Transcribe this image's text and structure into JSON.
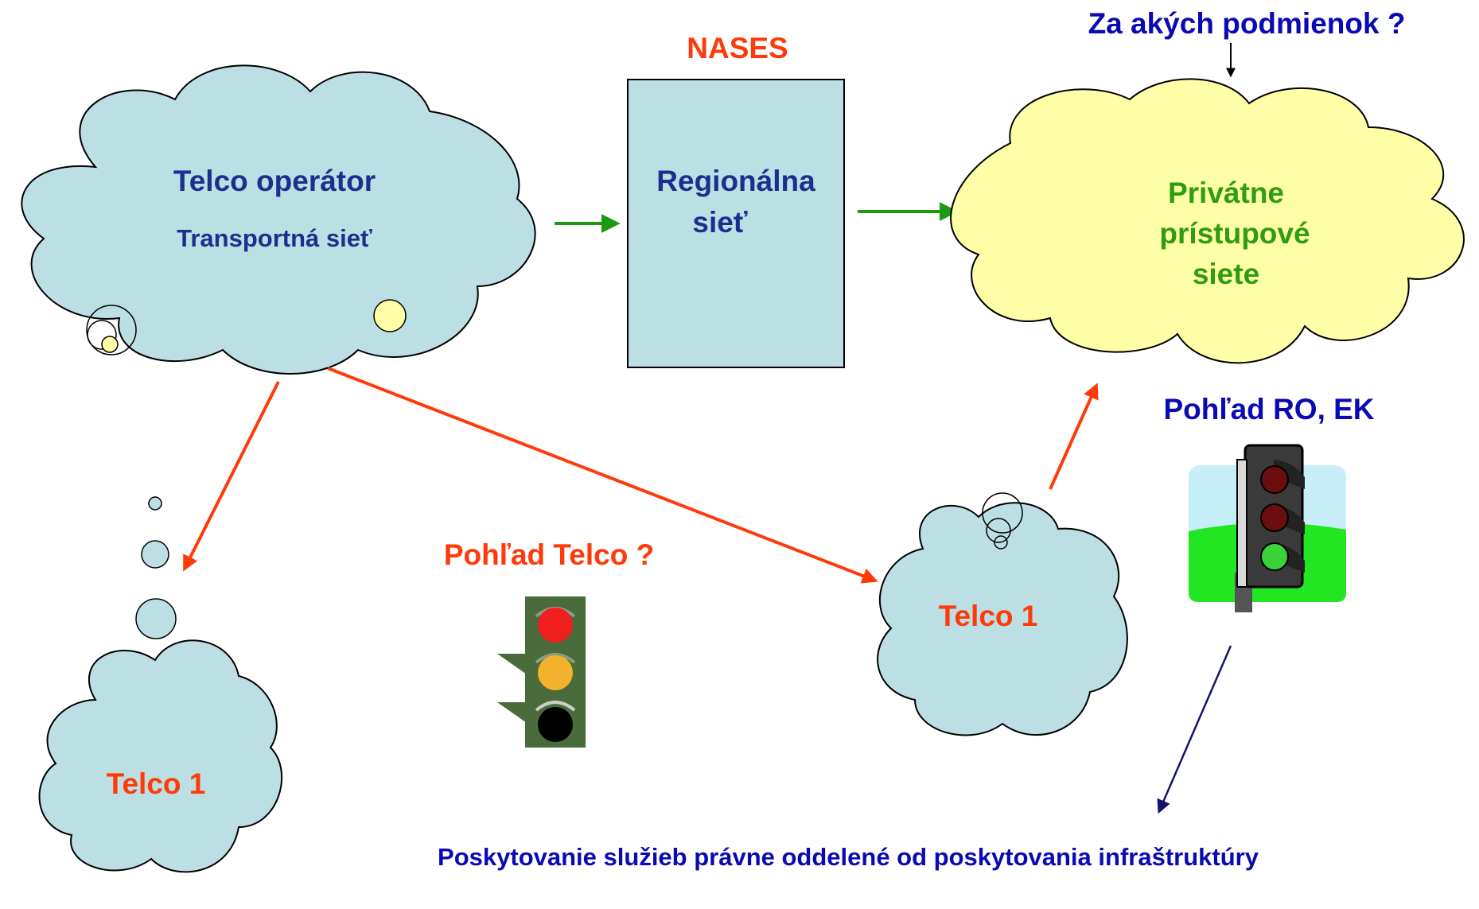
{
  "labels": {
    "top_question": "Za akých podmienok ?",
    "nases": "NASES",
    "telco_operator_title": "Telco operátor",
    "telco_operator_subtitle": "Transportná sieť",
    "regional_line1": "Regionálna",
    "regional_line2": "sieť",
    "private_line1": "Privátne",
    "private_line2": "prístupové",
    "private_line3": "siete",
    "view_ro_ek": "Pohľad RO, EK",
    "view_telco": "Pohľad Telco ?",
    "telco1_left": "Telco 1",
    "telco1_right": "Telco 1",
    "bottom_note": "Poskytovanie služieb právne oddelené od poskytovania infraštruktúry"
  },
  "colors": {
    "dark_blue_text": "#1b2f8f",
    "label_blue": "#0a0ab4",
    "orange_red": "#ff3a0a",
    "green_text": "#2f9c12",
    "green_arrow": "#1c9a10",
    "cloud_blue": "#bcdfe3",
    "cloud_yellow": "#ffffa8",
    "box_fill": "#bcdfe3",
    "arrow_navy": "#14146e"
  }
}
